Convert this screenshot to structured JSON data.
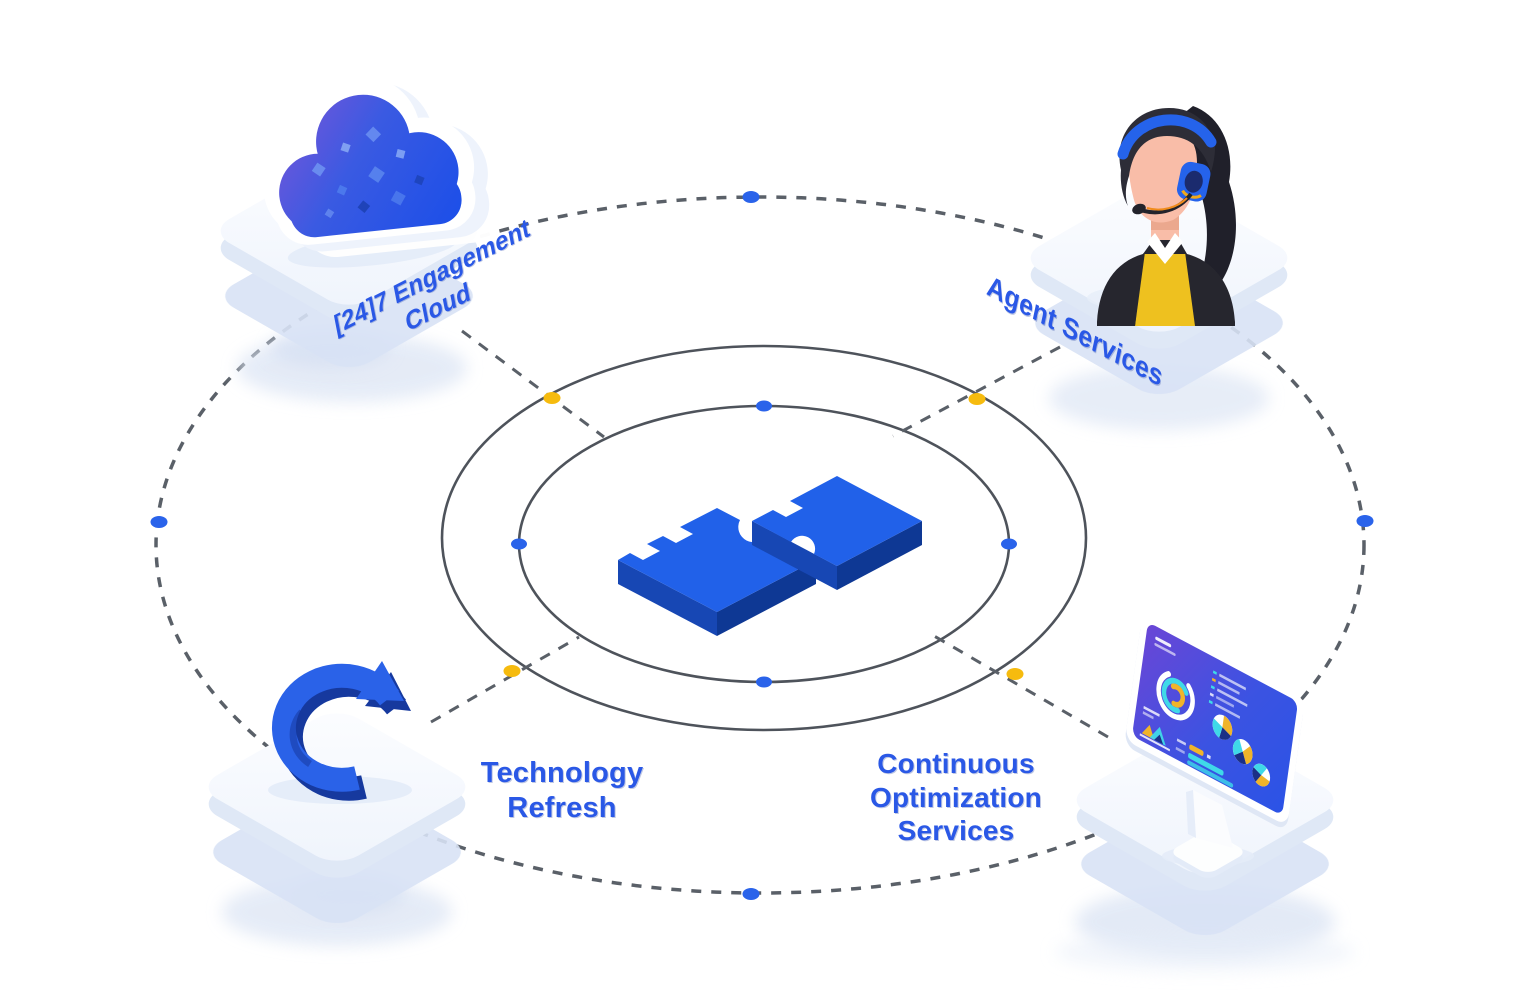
{
  "title": "Services ecosystem diagram",
  "colors": {
    "background": "#ffffff",
    "label_blue": "#2a58e6",
    "dot_blue": "#2a63ea",
    "dot_yellow": "#f6bb0e",
    "orbit_solid_gray": "#4e535b",
    "orbit_dashed_gray": "#5a6068",
    "platform_top": "#f8fbff",
    "platform_side": "#dfe8f6",
    "platform_echo": "#d9e3f5",
    "puzzle_top": "#2161e9",
    "puzzle_side_left": "#1747b4",
    "puzzle_side_right": "#0e3894",
    "cloud_gradient_start": "#7b55d8",
    "cloud_gradient_end": "#1d4fe8",
    "screen_gradient_start": "#6a46d6",
    "screen_gradient_end": "#2b53e6",
    "chart_cyan": "#3fd9e8",
    "chart_yellow": "#f0b42a",
    "chart_navy": "#1b2f86",
    "headset_blue": "#2563eb",
    "sweater_yellow": "#eec11f",
    "refresh_blue": "#2a62e8",
    "refresh_navy": "#16399e"
  },
  "orbits": {
    "outer": {
      "style": "dashed",
      "dots": "blue"
    },
    "middle": {
      "style": "solid",
      "dots": "yellow"
    },
    "inner": {
      "style": "solid",
      "dots": "blue"
    }
  },
  "dots": {
    "blue_outer_count": 4,
    "blue_inner_count": 4,
    "yellow_count": 4
  },
  "center": {
    "icon": "puzzle-pieces-icon"
  },
  "nodes": [
    {
      "id": "engagement-cloud",
      "icon": "cloud-icon",
      "label": "[24]7 Engagement\nCloud"
    },
    {
      "id": "agent-services",
      "icon": "agent-headset-icon",
      "label": "Agent Services"
    },
    {
      "id": "technology-refresh",
      "icon": "refresh-arrow-icon",
      "label": "Technology\nRefresh"
    },
    {
      "id": "continuous-optimization",
      "icon": "dashboard-monitor-icon",
      "label": "Continuous\nOptimization\nServices"
    }
  ]
}
